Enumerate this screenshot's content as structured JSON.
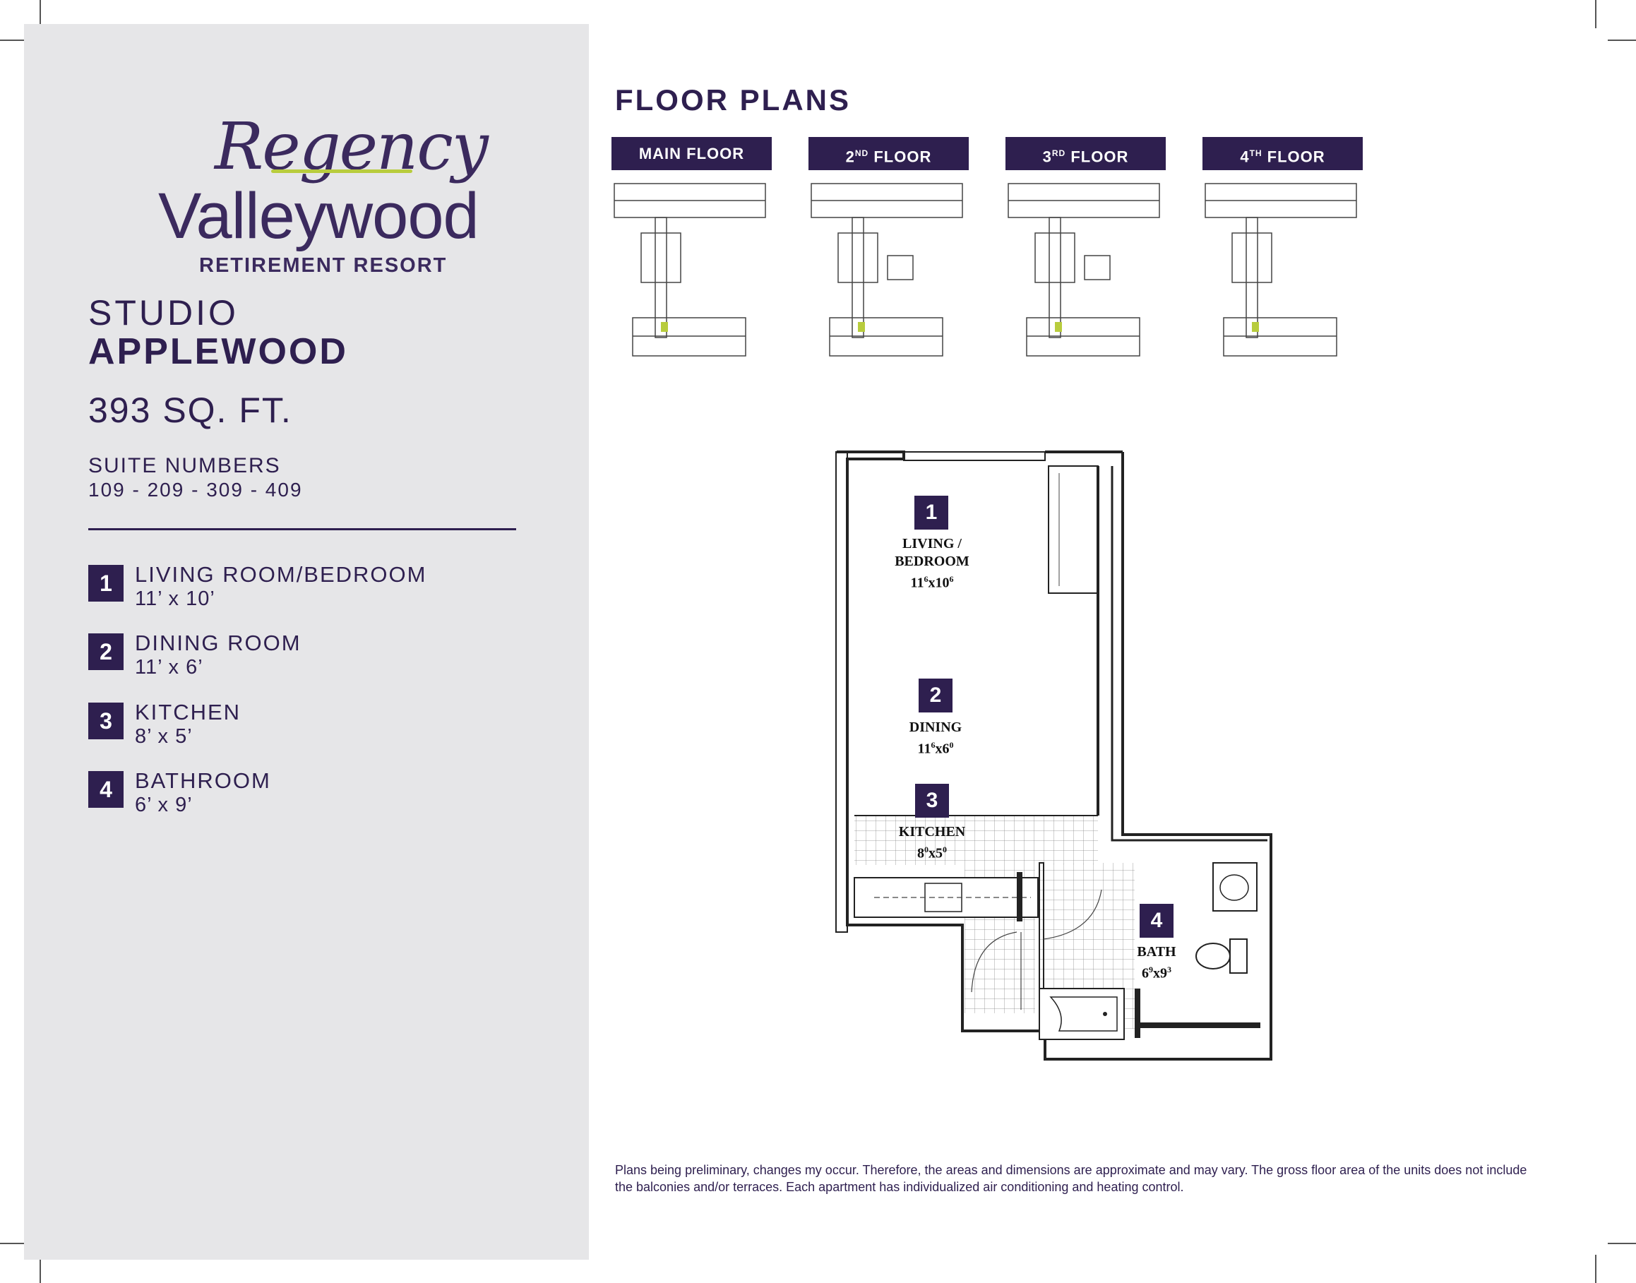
{
  "logo": {
    "script": "Regency",
    "main": "Valleywood",
    "subtitle": "RETIREMENT RESORT"
  },
  "unit": {
    "type": "STUDIO",
    "name": "APPLEWOOD",
    "area": "393 SQ. FT.",
    "suite_label": "SUITE NUMBERS",
    "suite_numbers": "109 - 209 - 309 - 409"
  },
  "rooms": [
    {
      "num": "1",
      "name": "LIVING ROOM/BEDROOM",
      "dim": "11’ x 10’"
    },
    {
      "num": "2",
      "name": "DINING ROOM",
      "dim": "11’ x 6’"
    },
    {
      "num": "3",
      "name": "KITCHEN",
      "dim": "8’ x 5’"
    },
    {
      "num": "4",
      "name": "BATHROOM",
      "dim": "6’ x 9’"
    }
  ],
  "floor_plans": {
    "title": "FLOOR PLANS",
    "tabs": [
      {
        "pre": "MAIN FLOOR",
        "sup": "",
        "post": ""
      },
      {
        "pre": "2",
        "sup": "ND",
        "post": " FLOOR"
      },
      {
        "pre": "3",
        "sup": "RD",
        "post": " FLOOR"
      },
      {
        "pre": "4",
        "sup": "TH",
        "post": " FLOOR"
      }
    ]
  },
  "plan_labels": {
    "living_num": "1",
    "living_l1": "LIVING /",
    "living_l2": "BEDROOM",
    "living_dim_a": "11",
    "living_dim_a_sup": "6",
    "living_dim_b": "x10",
    "living_dim_b_sup": "6",
    "dining_num": "2",
    "dining": "DINING",
    "dining_dim_a": "11",
    "dining_dim_a_sup": "6",
    "dining_dim_b": "x6",
    "dining_dim_b_sup": "0",
    "kitchen_num": "3",
    "kitchen": "KITCHEN",
    "kitchen_dim_a": "8",
    "kitchen_dim_a_sup": "0",
    "kitchen_dim_b": "x5",
    "kitchen_dim_b_sup": "0",
    "bath_num": "4",
    "bath": "BATH",
    "bath_dim_a": "6",
    "bath_dim_a_sup": "9",
    "bath_dim_b": "x9",
    "bath_dim_b_sup": "3"
  },
  "disclaimer": "Plans being preliminary, changes my occur. Therefore, the areas and dimensions are approximate and may vary. The gross floor area of the units does not include the balconies and/or terraces. Each apartment has individualized air conditioning and heating control.",
  "colors": {
    "brand": "#2e1f4f",
    "accent": "#b8cc3d",
    "sidebar": "#e6e6e8"
  }
}
